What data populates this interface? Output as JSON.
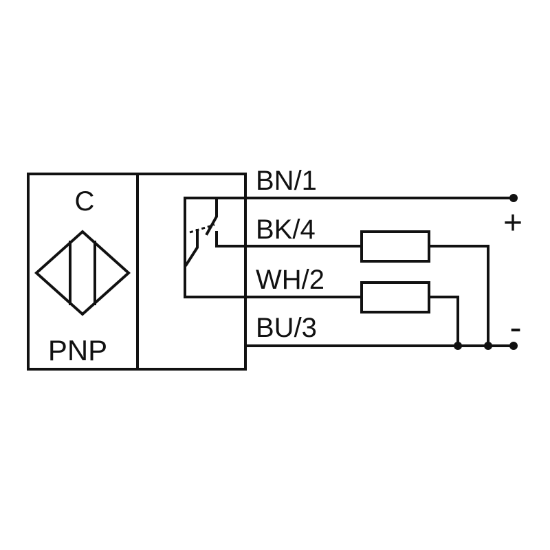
{
  "sensor": {
    "sensing_type": "C",
    "output_type": "PNP"
  },
  "wires": {
    "brown": "BN/1",
    "black": "BK/4",
    "white": "WH/2",
    "blue": "BU/3"
  },
  "supply": {
    "positive": "+",
    "negative": "-"
  },
  "colors": {
    "line": "#111111",
    "background": "#ffffff"
  }
}
